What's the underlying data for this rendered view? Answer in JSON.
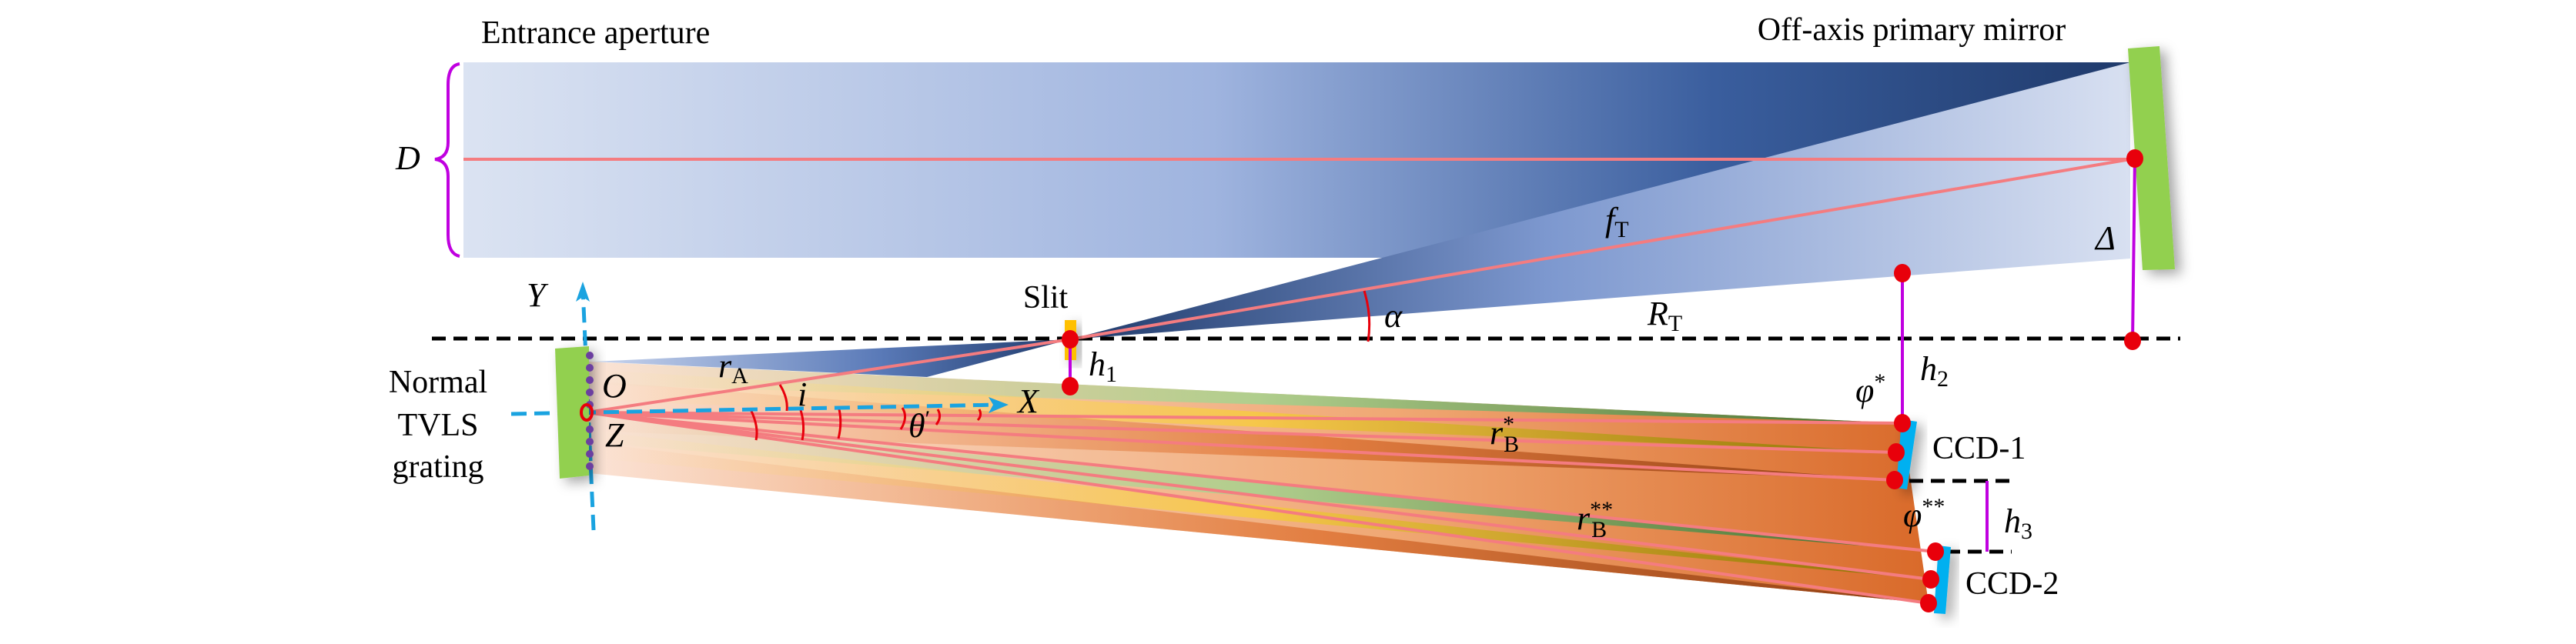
{
  "titles": {
    "entrance": "Entrance aperture",
    "mirror": "Off-axis primary mirror",
    "slit": "Slit",
    "grating_line1": "Normal",
    "grating_line2": "TVLS",
    "grating_line3": "grating",
    "ccd1": "CCD-1",
    "ccd2": "CCD-2"
  },
  "symbols": {
    "D": "D",
    "Y": "Y",
    "X": "X",
    "O": "O",
    "Z": "Z",
    "i": "i",
    "theta": {
      "main": "θ",
      "sup": "′"
    },
    "alpha": "α",
    "delta": "Δ",
    "fT": {
      "main": "f",
      "sub": "T"
    },
    "RT": {
      "main": "R",
      "sub": "T"
    },
    "rA": {
      "main": "r",
      "sub": "A"
    },
    "rB1": {
      "main": "r",
      "sub": "B",
      "sup": "*"
    },
    "rB2": {
      "main": "r",
      "sub": "B",
      "sup": "**"
    },
    "h1": {
      "main": "h",
      "sub": "1"
    },
    "h2": {
      "main": "h",
      "sub": "2"
    },
    "h3": {
      "main": "h",
      "sub": "3"
    },
    "phi1": {
      "main": "φ",
      "sup": "*"
    },
    "phi2": {
      "main": "φ",
      "sup": "**"
    }
  },
  "colors": {
    "beam_light": "#dbe3f2",
    "beam_dark": "#1f3a6b",
    "ray": "#f47c80",
    "point": "#e8000b",
    "dimension": "#c000e0",
    "mirror": "#92d050",
    "ccd": "#00b0f0",
    "axis": "#1aa3e0"
  }
}
